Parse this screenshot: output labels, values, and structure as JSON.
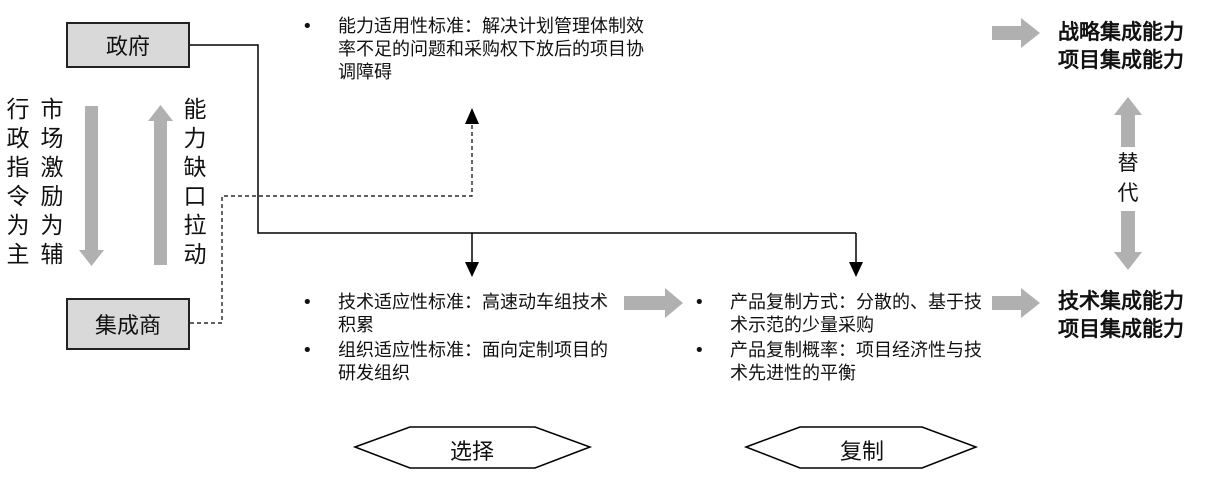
{
  "left": {
    "gov_label": "政府",
    "integrator_label": "集成商",
    "col_a": "行政指令为主",
    "col_b": "市场激励为辅",
    "col_c": "能力缺口拉动"
  },
  "top_block": {
    "items": [
      "能力适用性标准：解决计划管理体制效率不足的问题和采购权下放后的项目协调障碍"
    ]
  },
  "mid_left_block": {
    "items": [
      "技术适应性标准：高速动车组技术积累",
      "组织适应性标准：面向定制项目的研发组织"
    ]
  },
  "mid_right_block": {
    "items": [
      "产品复制方式：分散的、基于技术示范的少量采购",
      "产品复制概率：项目经济性与技术先进性的平衡"
    ]
  },
  "right": {
    "top_line1": "战略集成能力",
    "top_line2": "项目集成能力",
    "replace": "替代",
    "bottom_line1": "技术集成能力",
    "bottom_line2": "项目集成能力"
  },
  "diamonds": {
    "select": "选择",
    "replicate": "复制"
  },
  "bullet_char": "•",
  "colors": {
    "arrow_gray": "#b0b0b0",
    "box_fill": "#d9d9d9"
  }
}
